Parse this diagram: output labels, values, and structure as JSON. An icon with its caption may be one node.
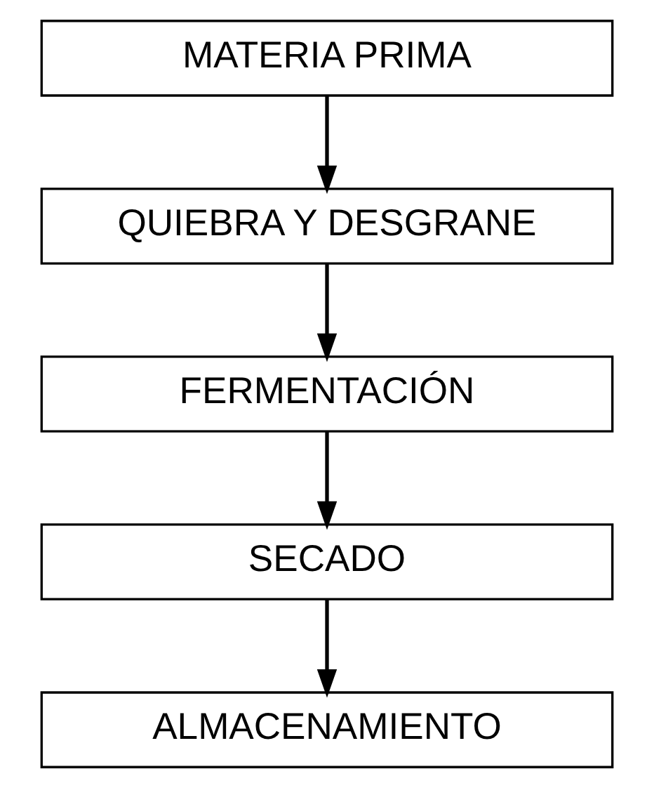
{
  "diagram": {
    "nodes": [
      {
        "text": [
          "MATERIA PRIMA"
        ]
      },
      {
        "text": [
          "QUIEBRA Y DESGRANE"
        ]
      },
      {
        "text": [
          "FERMENTACIÓN"
        ]
      },
      {
        "text": [
          "SECADO"
        ]
      },
      {
        "text": [
          "ALMACENAMIENTO"
        ]
      }
    ],
    "edges": [
      {
        "from": 0,
        "to": 1,
        "arrow": "to"
      },
      {
        "from": 1,
        "to": 2,
        "arrow": "to"
      },
      {
        "from": 2,
        "to": 3,
        "arrow": "to"
      },
      {
        "from": 3,
        "to": 4,
        "arrow": "to"
      }
    ]
  }
}
